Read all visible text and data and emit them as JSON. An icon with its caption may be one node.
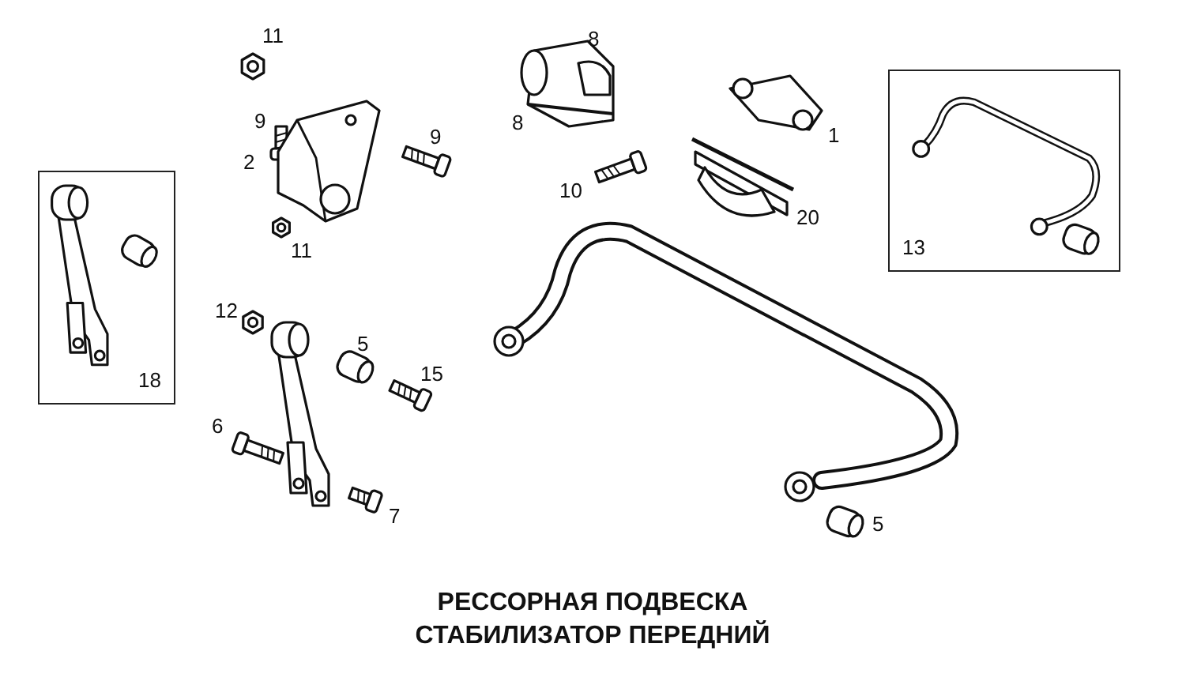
{
  "diagram": {
    "title": "РЕССОРНАЯ ПОДВЕСКА",
    "caption": "СТАБИЛИЗАТОР ПЕРЕДНИЙ",
    "nodes": [
      {
        "text": [
          "18"
        ]
      },
      {
        "text": [
          "13"
        ]
      }
    ],
    "labels": [
      "11",
      "8",
      "9",
      "8",
      "1",
      "9",
      "2",
      "10",
      "20",
      "11",
      "12",
      "5",
      "15",
      "6",
      "7",
      "5"
    ]
  }
}
